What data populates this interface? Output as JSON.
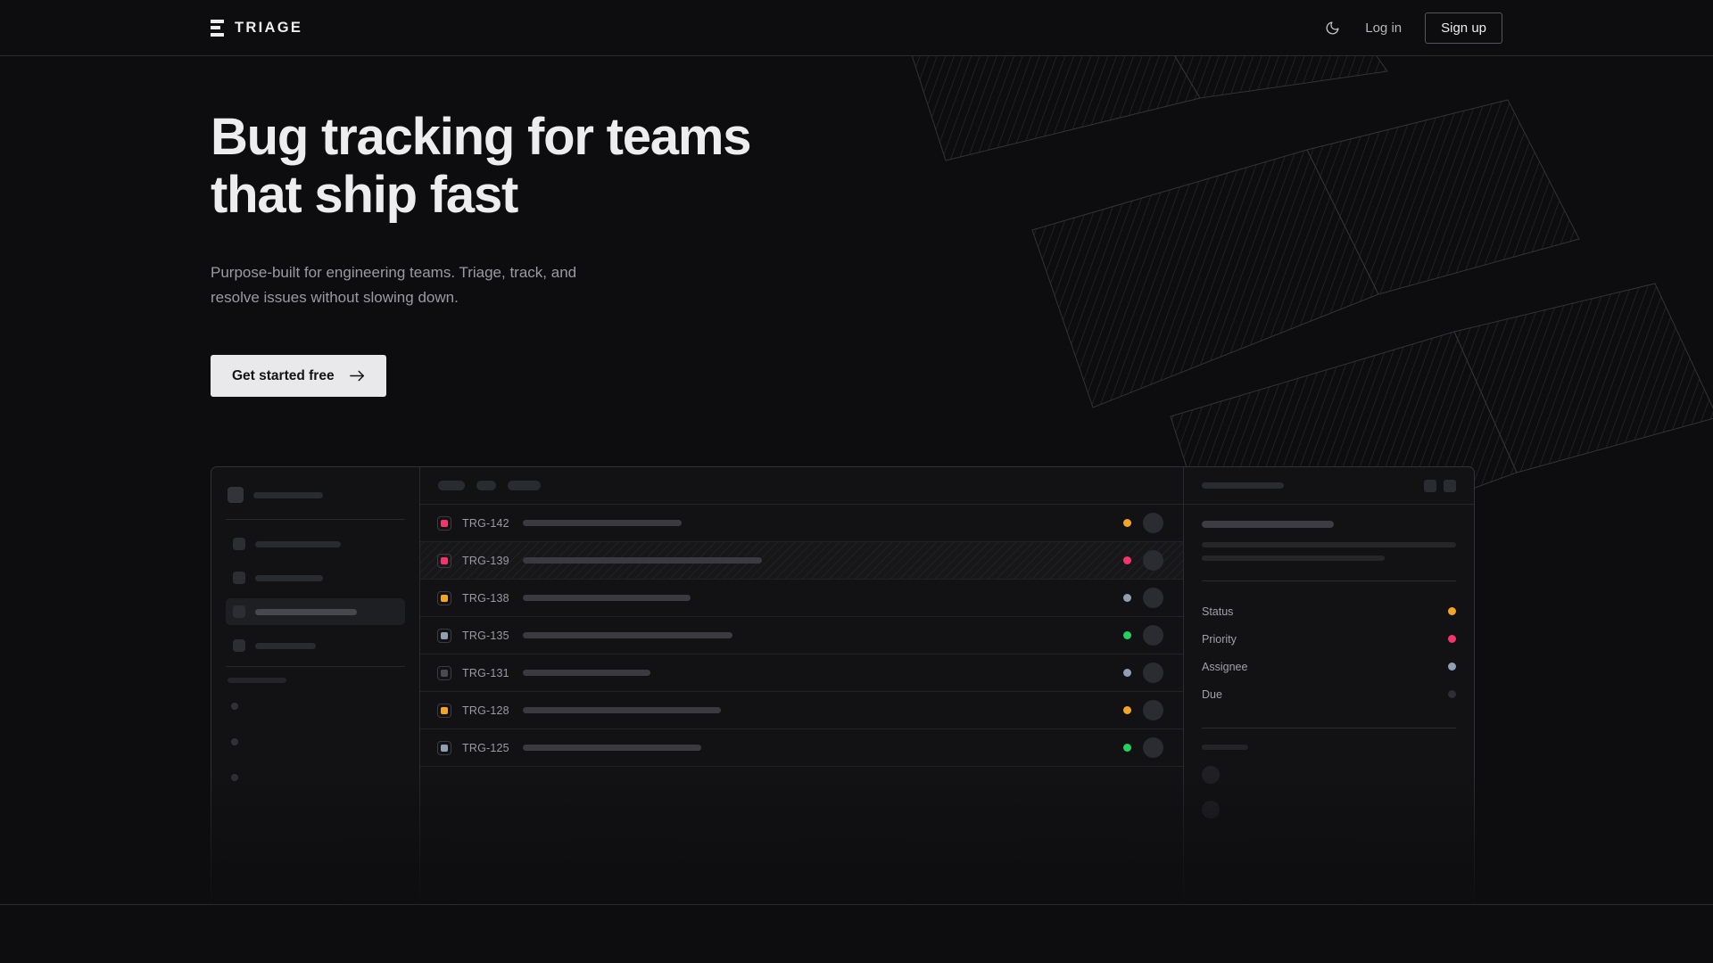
{
  "theme": {
    "page_bg": "#0d0d0f",
    "panel_bg": "#121215",
    "text_primary": "#ededef",
    "text_muted": "#9a9aa1",
    "border": "#2b2b2f",
    "cta_bg": "#e9e9eb",
    "accent_amber": "#f5a524",
    "accent_pink": "#f3356b",
    "accent_green": "#23d160",
    "accent_slate": "#8fa0b5",
    "accent_gray": "#4a4a50"
  },
  "header": {
    "brand_name": "TRIAGE",
    "brand_icon": "stacked-bars-icon",
    "theme_toggle_icon": "moon-icon",
    "login_label": "Log in",
    "signup_label": "Sign up"
  },
  "hero": {
    "title": "Bug tracking for teams\nthat ship fast",
    "subtitle": "Purpose-built for engineering teams. Triage, track, and\nresolve issues without slowing down.",
    "cta_label": "Get started free",
    "cta_icon": "arrow-right-icon"
  },
  "app_mockup": {
    "sidebar": {
      "workspace_skeleton_width": 78,
      "nav_items": [
        {
          "label_width": 96,
          "active": false
        },
        {
          "label_width": 76,
          "active": false
        },
        {
          "label_width": 114,
          "active": true
        },
        {
          "label_width": 68,
          "active": false
        }
      ],
      "section_label_width": 66,
      "mini_items": 3
    },
    "list": {
      "toolbar_chips": [
        30,
        22,
        37
      ],
      "rows": [
        {
          "id": "TRG-142",
          "priority_color": "#f3356b",
          "title_width": 178,
          "status_color": "#f5a524",
          "selected": false
        },
        {
          "id": "TRG-139",
          "priority_color": "#f3356b",
          "title_width": 268,
          "status_color": "#f3356b",
          "selected": true
        },
        {
          "id": "TRG-138",
          "priority_color": "#f5a524",
          "title_width": 188,
          "status_color": "#8fa0b5",
          "selected": false
        },
        {
          "id": "TRG-135",
          "priority_color": "#8fa0b5",
          "title_width": 235,
          "status_color": "#23d160",
          "selected": false
        },
        {
          "id": "TRG-131",
          "priority_color": "#4a4a50",
          "title_width": 143,
          "status_color": "#8fa0b5",
          "selected": false
        },
        {
          "id": "TRG-128",
          "priority_color": "#f5a524",
          "title_width": 222,
          "status_color": "#f5a524",
          "selected": false
        },
        {
          "id": "TRG-125",
          "priority_color": "#8fa0b5",
          "title_width": 200,
          "status_color": "#23d160",
          "selected": false
        }
      ]
    },
    "detail": {
      "header_actions": 2,
      "meta": [
        {
          "label": "Status",
          "dot_color": "#f5a524"
        },
        {
          "label": "Priority",
          "dot_color": "#f3356b"
        },
        {
          "label": "Assignee",
          "dot_color": "#8fa0b5"
        },
        {
          "label": "Due",
          "dot_color": "#2e2e33"
        }
      ],
      "comment_avatars": 2
    }
  }
}
